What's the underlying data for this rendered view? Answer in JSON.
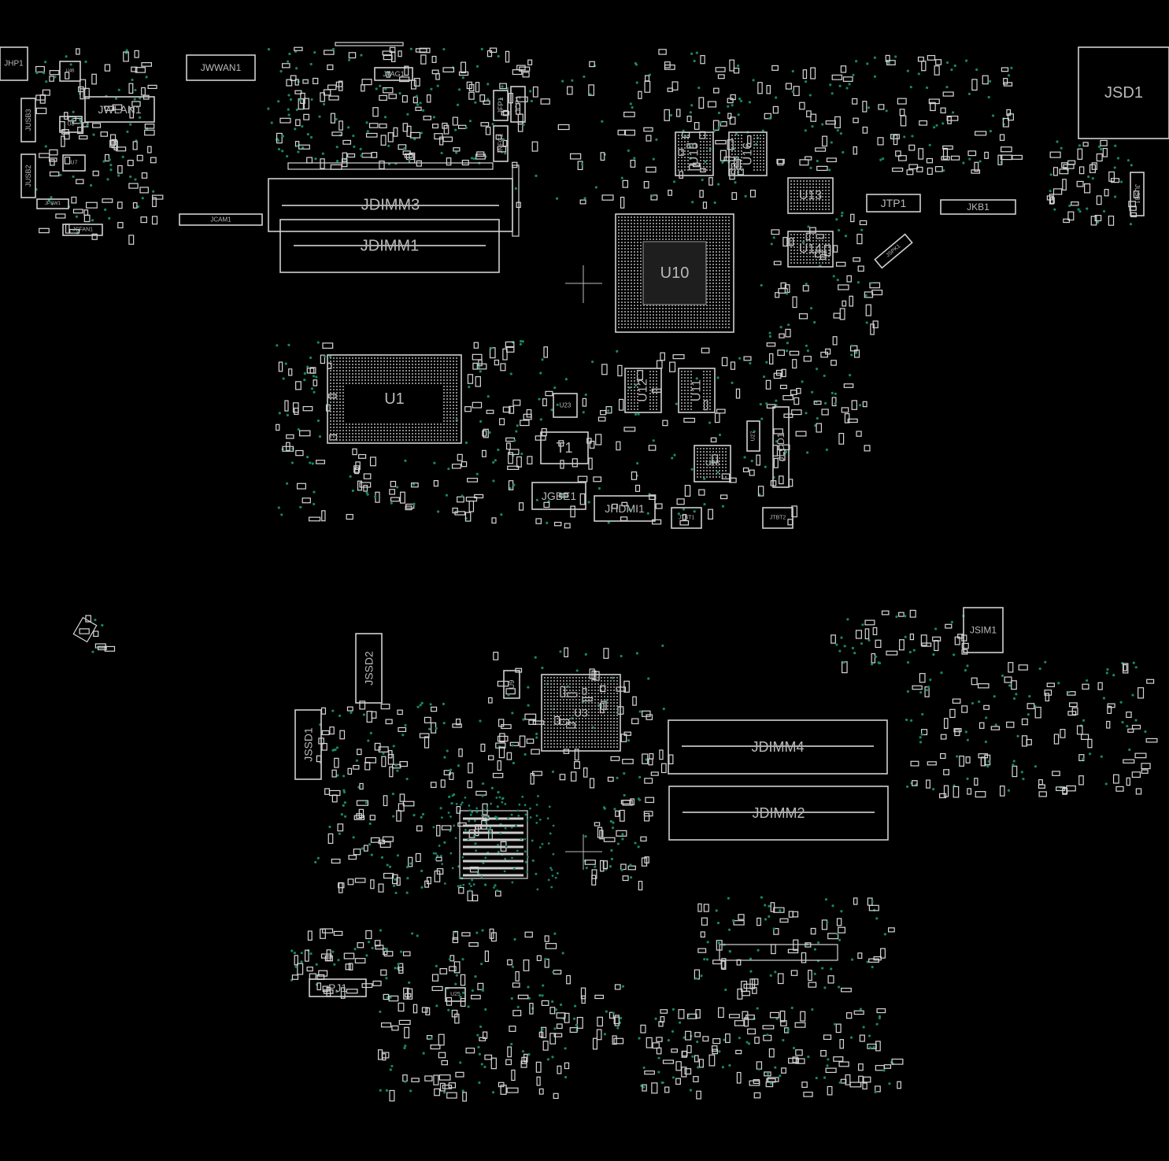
{
  "view": {
    "type": "pcb-boardview",
    "colors": {
      "background": "#000000",
      "outline": "#cfcfcf",
      "label": "#b9b9b9",
      "via": "#17866a"
    }
  },
  "components": [
    {
      "id": "JHP1",
      "label": "JHP1",
      "kind": "connector"
    },
    {
      "id": "JWWAN1",
      "label": "JWWAN1",
      "kind": "connector"
    },
    {
      "id": "JWLAN1",
      "label": "JWLAN1",
      "kind": "connector"
    },
    {
      "id": "JUSB3",
      "label": "JUSB3",
      "kind": "connector"
    },
    {
      "id": "JUSB2",
      "label": "JUSB2",
      "kind": "connector"
    },
    {
      "id": "U46",
      "label": "U46",
      "kind": "ic"
    },
    {
      "id": "U8",
      "label": "U8",
      "kind": "ic"
    },
    {
      "id": "U7",
      "label": "U7",
      "kind": "ic"
    },
    {
      "id": "JPSW1",
      "label": "JPSW1",
      "kind": "connector"
    },
    {
      "id": "JCFAN1",
      "label": "JCFAN1",
      "kind": "connector"
    },
    {
      "id": "JCAM1",
      "label": "JCAM1",
      "kind": "connector"
    },
    {
      "id": "JTAG1",
      "label": "JTAG1",
      "kind": "connector"
    },
    {
      "id": "JFP1",
      "label": "JFP1",
      "kind": "connector"
    },
    {
      "id": "JCP1",
      "label": "JCP1",
      "kind": "connector"
    },
    {
      "id": "JNFC1",
      "label": "JNFC1",
      "kind": "connector"
    },
    {
      "id": "JDIMM3",
      "label": "JDIMM3",
      "kind": "dimm"
    },
    {
      "id": "JDIMM1",
      "label": "JDIMM1",
      "kind": "dimm"
    },
    {
      "id": "U10",
      "label": "U10",
      "kind": "bga"
    },
    {
      "id": "U15",
      "label": "U15",
      "kind": "memory"
    },
    {
      "id": "U16",
      "label": "U16",
      "kind": "memory"
    },
    {
      "id": "U13",
      "label": "U13",
      "kind": "memory"
    },
    {
      "id": "U14",
      "label": "U14",
      "kind": "memory"
    },
    {
      "id": "JTP1",
      "label": "JTP1",
      "kind": "connector"
    },
    {
      "id": "JKB1",
      "label": "JKB1",
      "kind": "connector"
    },
    {
      "id": "JSD1",
      "label": "JSD1",
      "kind": "connector"
    },
    {
      "id": "JUSB1",
      "label": "JUSB1",
      "kind": "connector"
    },
    {
      "id": "JSPK1",
      "label": "JSPK1",
      "kind": "connector"
    },
    {
      "id": "U1",
      "label": "U1",
      "kind": "cpu"
    },
    {
      "id": "U12",
      "label": "U12",
      "kind": "memory"
    },
    {
      "id": "U11",
      "label": "U11",
      "kind": "memory"
    },
    {
      "id": "U23",
      "label": "U23",
      "kind": "ic"
    },
    {
      "id": "T1",
      "label": "T1",
      "kind": "transformer"
    },
    {
      "id": "JGBE1",
      "label": "JGBE1",
      "kind": "connector"
    },
    {
      "id": "JHDMI1",
      "label": "JHDMI1",
      "kind": "connector"
    },
    {
      "id": "JTBT1",
      "label": "JTBT1",
      "kind": "connector"
    },
    {
      "id": "JTBT2",
      "label": "JTBT2",
      "kind": "connector"
    },
    {
      "id": "U28",
      "label": "U28",
      "kind": "bga"
    },
    {
      "id": "U27",
      "label": "U27",
      "kind": "ic"
    },
    {
      "id": "JLCD1",
      "label": "JLCD1",
      "kind": "connector"
    },
    {
      "id": "JSIM1",
      "label": "JSIM1",
      "kind": "connector"
    },
    {
      "id": "JSSD2",
      "label": "JSSD2",
      "kind": "connector"
    },
    {
      "id": "JSSD1",
      "label": "JSSD1",
      "kind": "connector"
    },
    {
      "id": "U9",
      "label": "U9",
      "kind": "ic"
    },
    {
      "id": "U3",
      "label": "U3",
      "kind": "bga"
    },
    {
      "id": "JDIMM4",
      "label": "JDIMM4",
      "kind": "dimm"
    },
    {
      "id": "JDIMM2",
      "label": "JDIMM2",
      "kind": "dimm"
    },
    {
      "id": "PJ1",
      "label": "PJ1",
      "kind": "connector"
    },
    {
      "id": "U25",
      "label": "U25",
      "kind": "ic"
    }
  ]
}
